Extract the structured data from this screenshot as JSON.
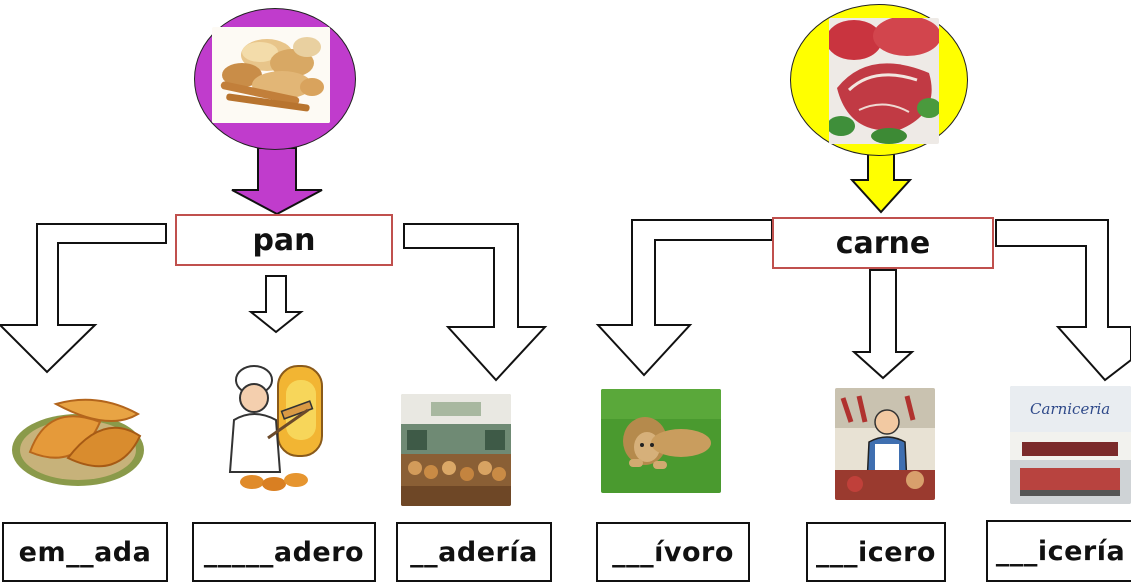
{
  "colors": {
    "pan_circle": "#c03ccc",
    "carne_circle": "#ffff00",
    "word_border": "#c0504d"
  },
  "families": [
    {
      "id": "pan",
      "root_word": "pan",
      "root_image": "bread-assortment-image",
      "items": [
        {
          "image": "empanadas-image",
          "blank": "em__ada"
        },
        {
          "image": "baker-image",
          "blank": "_____adero"
        },
        {
          "image": "bakery-shop-image",
          "blank": "__adería"
        }
      ]
    },
    {
      "id": "carne",
      "root_word": "carne",
      "root_image": "raw-meat-image",
      "items": [
        {
          "image": "lion-image",
          "blank": "___ívoro"
        },
        {
          "image": "butcher-image",
          "blank": "___icero"
        },
        {
          "image": "butcher-shop-image",
          "blank": "___icería",
          "sign_text": "Carniceria"
        }
      ]
    }
  ]
}
